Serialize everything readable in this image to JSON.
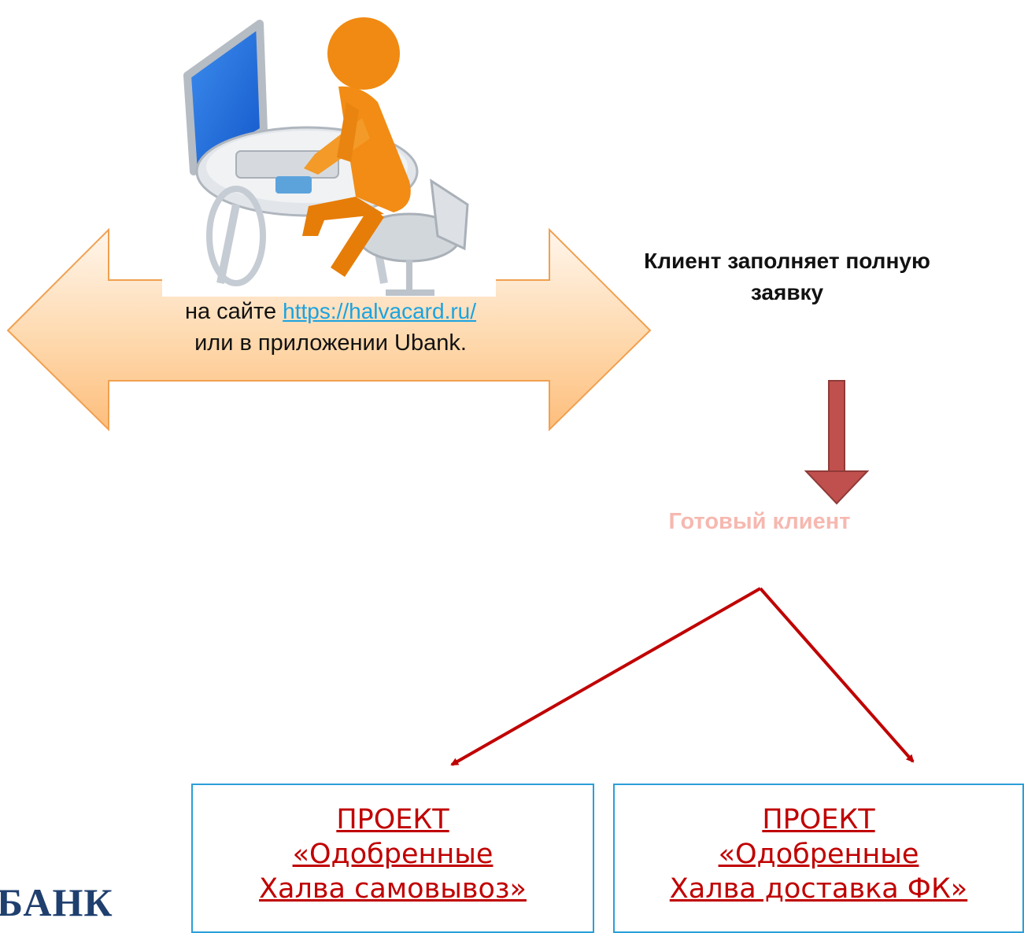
{
  "arrow_text": {
    "line1_prefix": "на сайте ",
    "link": "https://halvacard.ru/",
    "line2_prefix": "или в приложении ",
    "line2_app": "Ubank."
  },
  "step1": "Клиент заполняет полную заявку",
  "ready_client": "Готовый клиент",
  "projects": [
    {
      "line1": "ПРОЕКТ",
      "line2": "«Одобренные",
      "line3": "Халва самовывоз»"
    },
    {
      "line1": "ПРОЕКТ",
      "line2": "«Одобренные",
      "line3": "Халва доставка ФК»"
    }
  ],
  "bank_logo_text": "БАНК",
  "colors": {
    "arrow_fill_light": "#fff3e6",
    "arrow_fill_dark": "#fdc88a",
    "down_arrow": "#c0504d",
    "branch_arrows": "#c00000",
    "box_border": "#2a9fd8",
    "link": "#1aa3e0"
  }
}
